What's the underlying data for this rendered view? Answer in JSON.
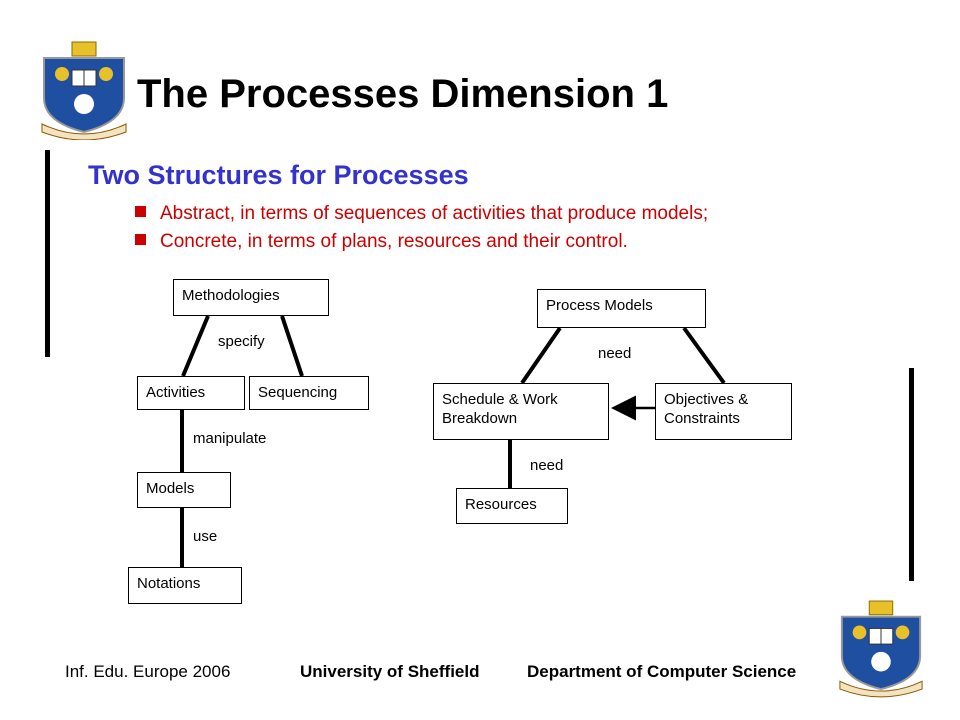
{
  "slide": {
    "title": "The Processes Dimension 1",
    "subtitle": "Two Structures for Processes",
    "bullets": [
      "Abstract, in terms of sequences of activities that produce models;",
      "Concrete, in terms of plans, resources and their control."
    ]
  },
  "left_diagram": {
    "methodologies": "Methodologies",
    "activities": "Activities",
    "sequencing": "Sequencing",
    "models": "Models",
    "notations": "Notations",
    "specify": "specify",
    "manipulate": "manipulate",
    "use": "use"
  },
  "right_diagram": {
    "process_models": "Process Models",
    "schedule_line1": "Schedule & Work",
    "schedule_line2": "Breakdown",
    "objectives_line1": "Objectives &",
    "objectives_line2": "Constraints",
    "resources": "Resources",
    "need_top": "need",
    "need_bottom": "need"
  },
  "footer": {
    "left": "Inf. Edu. Europe 2006",
    "middle": "University of Sheffield",
    "right": "Department of Computer Science"
  },
  "colors": {
    "subtitle": "#3333cc",
    "bullets": "#cc0000",
    "crest_shield": "#1f4fa0",
    "crest_gold": "#e8c02a"
  }
}
